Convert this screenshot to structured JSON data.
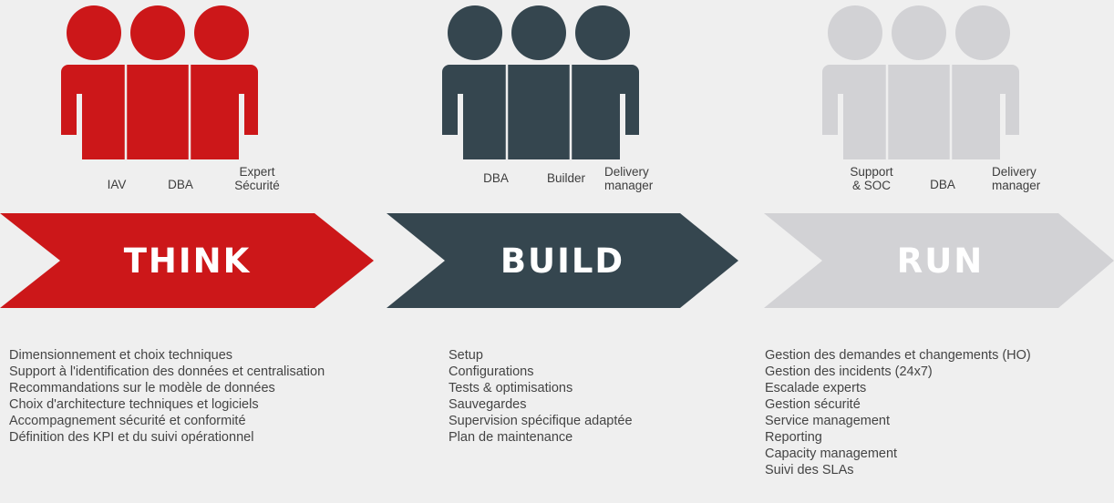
{
  "colors": {
    "think": "#cc1719",
    "build": "#35464f",
    "run": "#d2d2d5",
    "background": "#efefef"
  },
  "phases": [
    {
      "label": "THINK",
      "roles": [
        "IAV",
        "DBA",
        "Expert\nSécurité"
      ],
      "tasks": [
        "Dimensionnement et choix techniques",
        "Support à l'identification des données et centralisation",
        "Recommandations sur le modèle de données",
        "Choix d'architecture techniques et logiciels",
        "Accompagnement sécurité et conformité",
        "Définition des KPI et du suivi opérationnel"
      ]
    },
    {
      "label": "BUILD",
      "roles": [
        "DBA",
        "Builder",
        "Delivery\nmanager"
      ],
      "tasks": [
        "Setup",
        "Configurations",
        "Tests & optimisations",
        "Sauvegardes",
        "Supervision spécifique adaptée",
        "Plan de maintenance"
      ]
    },
    {
      "label": "RUN",
      "roles": [
        "Support\n& SOC",
        "DBA",
        "Delivery\nmanager"
      ],
      "tasks": [
        "Gestion des demandes et changements (HO)",
        "Gestion des incidents (24x7)",
        "Escalade experts",
        "Gestion sécurité",
        "Service management",
        "Reporting",
        "Capacity management",
        "Suivi des SLAs"
      ]
    }
  ]
}
